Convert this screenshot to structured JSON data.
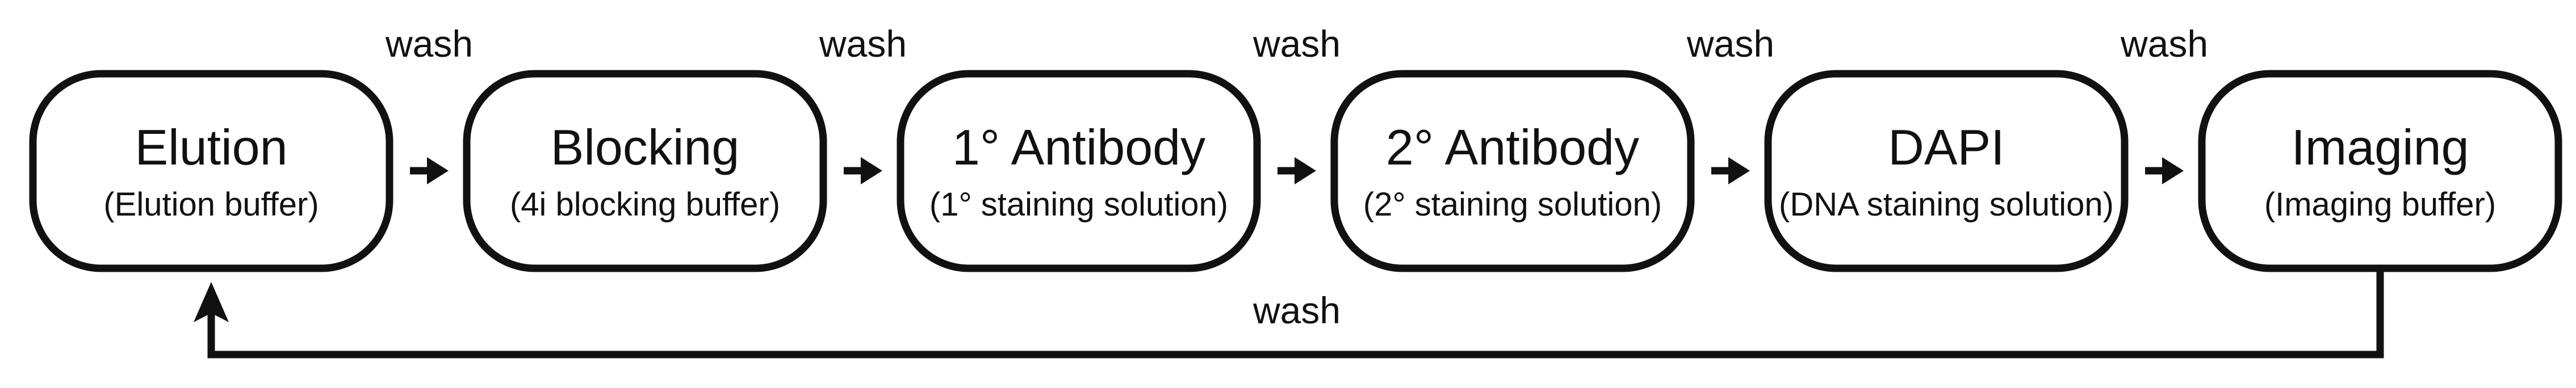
{
  "steps": [
    {
      "title": "Elution",
      "subtitle": "(Elution buffer)"
    },
    {
      "title": "Blocking",
      "subtitle": "(4i blocking buffer)"
    },
    {
      "title": "1° Antibody",
      "subtitle": "(1° staining solution)"
    },
    {
      "title": "2° Antibody",
      "subtitle": "(2° staining solution)"
    },
    {
      "title": "DAPI",
      "subtitle": "(DNA staining solution)"
    },
    {
      "title": "Imaging",
      "subtitle": "(Imaging buffer)"
    }
  ],
  "wash_labels": [
    "wash",
    "wash",
    "wash",
    "wash",
    "wash"
  ],
  "loop_label": "wash",
  "colors": {
    "stroke": "#111111",
    "fill": "#ffffff"
  }
}
